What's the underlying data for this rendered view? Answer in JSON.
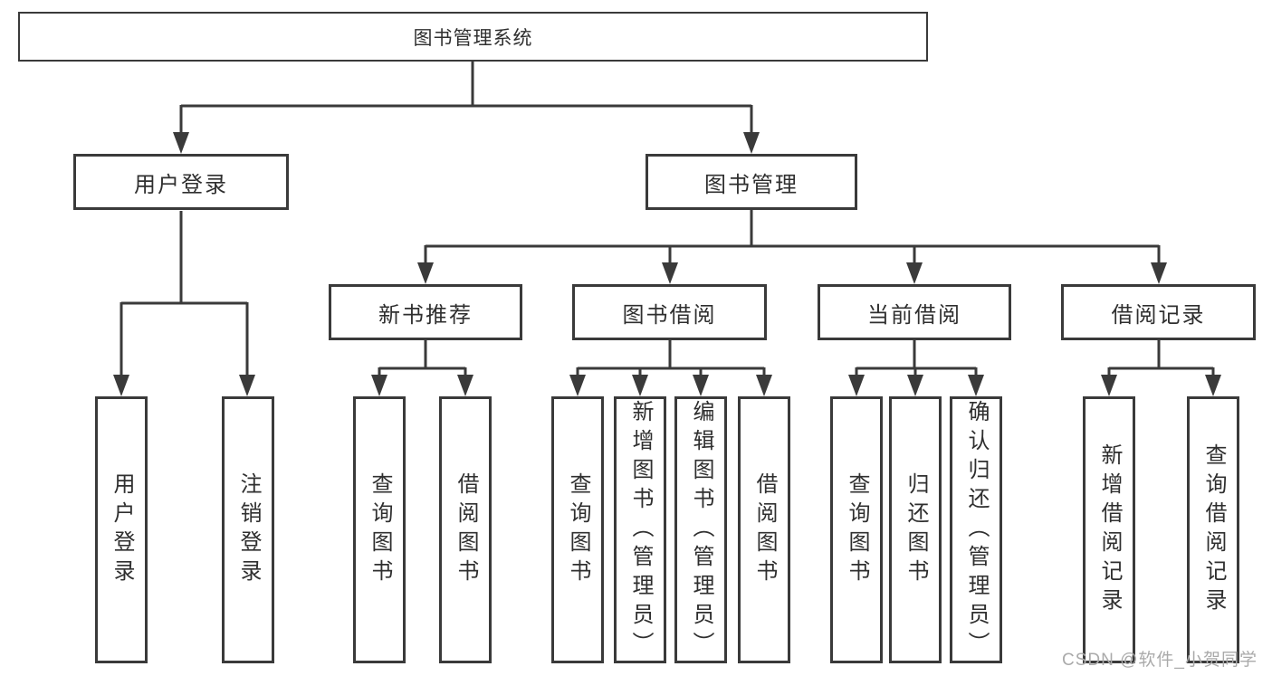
{
  "root": {
    "label": "图书管理系统"
  },
  "branches": [
    {
      "label": "用户登录"
    },
    {
      "label": "图书管理"
    }
  ],
  "modules": [
    {
      "label": "新书推荐"
    },
    {
      "label": "图书借阅"
    },
    {
      "label": "当前借阅"
    },
    {
      "label": "借阅记录"
    }
  ],
  "leaves": [
    {
      "label": "用户登录"
    },
    {
      "label": "注销登录"
    },
    {
      "label": "查询图书"
    },
    {
      "label": "借阅图书"
    },
    {
      "label": "查询图书"
    },
    {
      "label": "新增图书（管理员）"
    },
    {
      "label": "编辑图书（管理员）"
    },
    {
      "label": "借阅图书"
    },
    {
      "label": "查询图书"
    },
    {
      "label": "归还图书"
    },
    {
      "label": "确认归还（管理员）"
    },
    {
      "label": "新增借阅记录"
    },
    {
      "label": "查询借阅记录"
    }
  ],
  "watermark": {
    "text": "CSDN @软件_小贺同学"
  },
  "colors": {
    "line": "#3a3a3a",
    "text": "#2f2f2f",
    "watermark": "#aaaaaa",
    "background": "#ffffff"
  }
}
